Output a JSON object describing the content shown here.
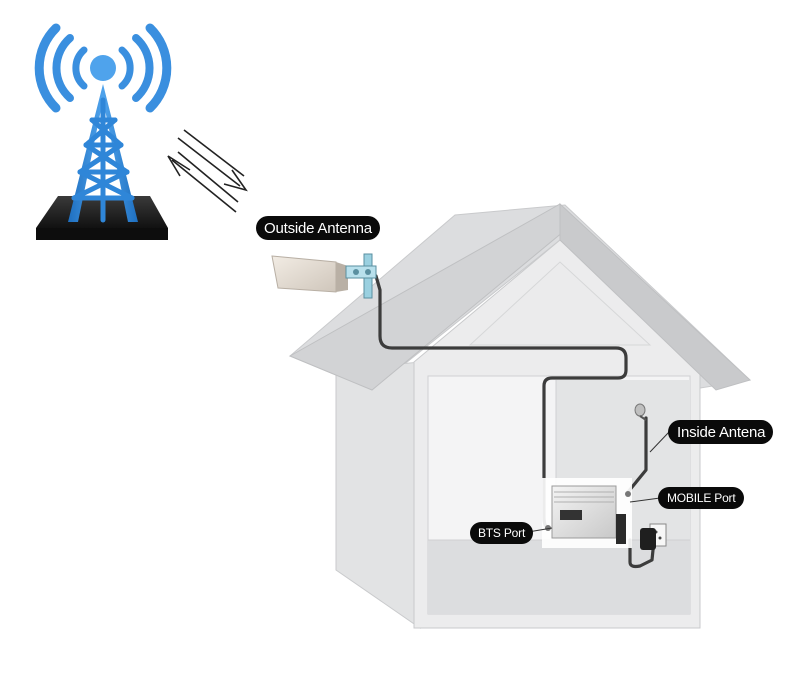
{
  "labels": {
    "outside_antenna": "Outside Antenna",
    "inside_antenna": "Inside Antena",
    "mobile_port": "MOBILE Port",
    "bts_port": "BTS Port"
  },
  "colors": {
    "tower_blue": "#2f86d8",
    "label_bg": "#0a0a0a",
    "label_text": "#ffffff",
    "cable": "#3c3c3c",
    "house_wall": "#e6e7e8",
    "house_roof": "#d9dadb"
  },
  "icons": [
    "cell-tower-icon",
    "signal-waves-icon",
    "outside-antenna-icon",
    "inside-antenna-icon",
    "repeater-unit-icon",
    "power-adapter-icon",
    "wall-socket-icon"
  ]
}
